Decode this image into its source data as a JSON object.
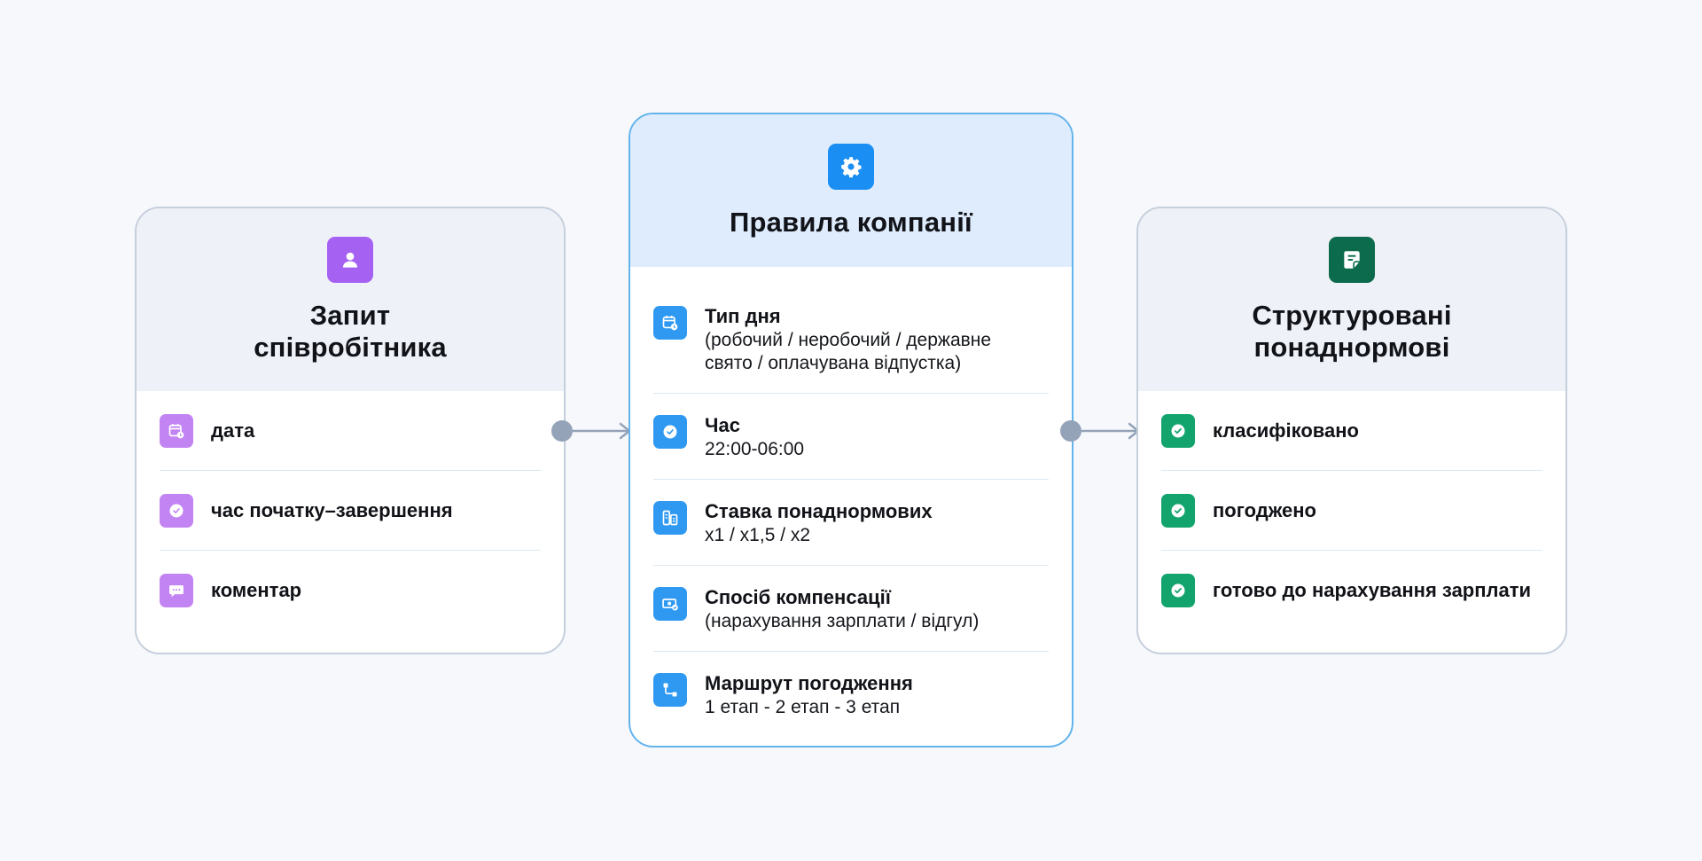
{
  "left_card": {
    "title": "Запит\nспівробітника",
    "icon": "user-icon",
    "accent": "#a561f2",
    "items": [
      {
        "label": "дата",
        "icon": "calendar-clock-icon"
      },
      {
        "label": "час початку–завершення",
        "icon": "clock-icon"
      },
      {
        "label": "коментар",
        "icon": "comment-icon"
      }
    ]
  },
  "center_card": {
    "title": "Правила компанії",
    "icon": "gear-icon",
    "accent": "#1a8ef2",
    "items": [
      {
        "title": "Тип дня",
        "sub": "(робочий / неробочий / державне\nсвято / оплачувана відпустка)",
        "icon": "calendar-clock-icon"
      },
      {
        "title": "Час",
        "sub": "22:00-06:00",
        "icon": "clock-icon"
      },
      {
        "title": "Ставка понаднормових",
        "sub": "x1 / x1,5 / x2",
        "icon": "rate-icon"
      },
      {
        "title": "Спосіб компенсації",
        "sub": "(нарахування зарплати / відгул)",
        "icon": "money-icon"
      },
      {
        "title": "Маршрут погодження",
        "sub": "1 етап - 2 етап - 3 етап",
        "icon": "route-icon"
      }
    ]
  },
  "right_card": {
    "title": "Структуровані\nпонаднормові",
    "icon": "document-icon",
    "accent": "#0c6b4c",
    "items": [
      {
        "label": "класифіковано",
        "icon": "check-icon"
      },
      {
        "label": "погоджено",
        "icon": "check-icon"
      },
      {
        "label": "готово до нарахування зарплати",
        "icon": "check-icon"
      }
    ]
  }
}
